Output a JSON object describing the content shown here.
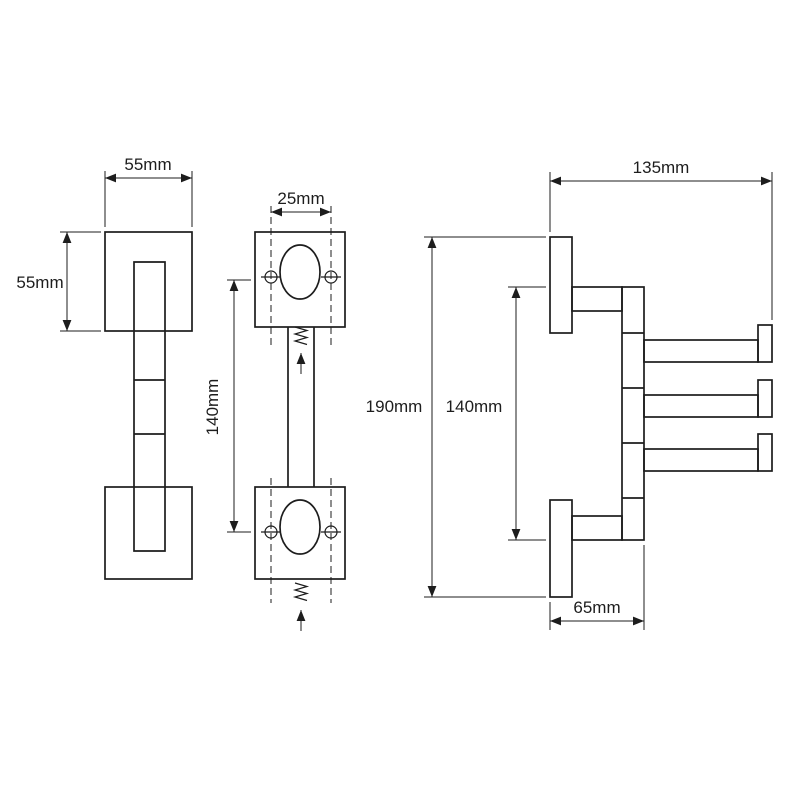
{
  "drawing": {
    "background_color": "#ffffff",
    "line_color": "#1d1d1d",
    "views": {
      "front_view": {
        "dim_width": "55mm",
        "dim_height": "55mm"
      },
      "mounting_plate_view": {
        "dim_hole_spacing": "25mm",
        "dim_plate_spacing": "140mm"
      },
      "side_view": {
        "dim_overall_height": "190mm",
        "dim_mount_spacing": "140mm",
        "dim_reach": "135mm",
        "dim_rail_offset": "65mm"
      }
    }
  }
}
